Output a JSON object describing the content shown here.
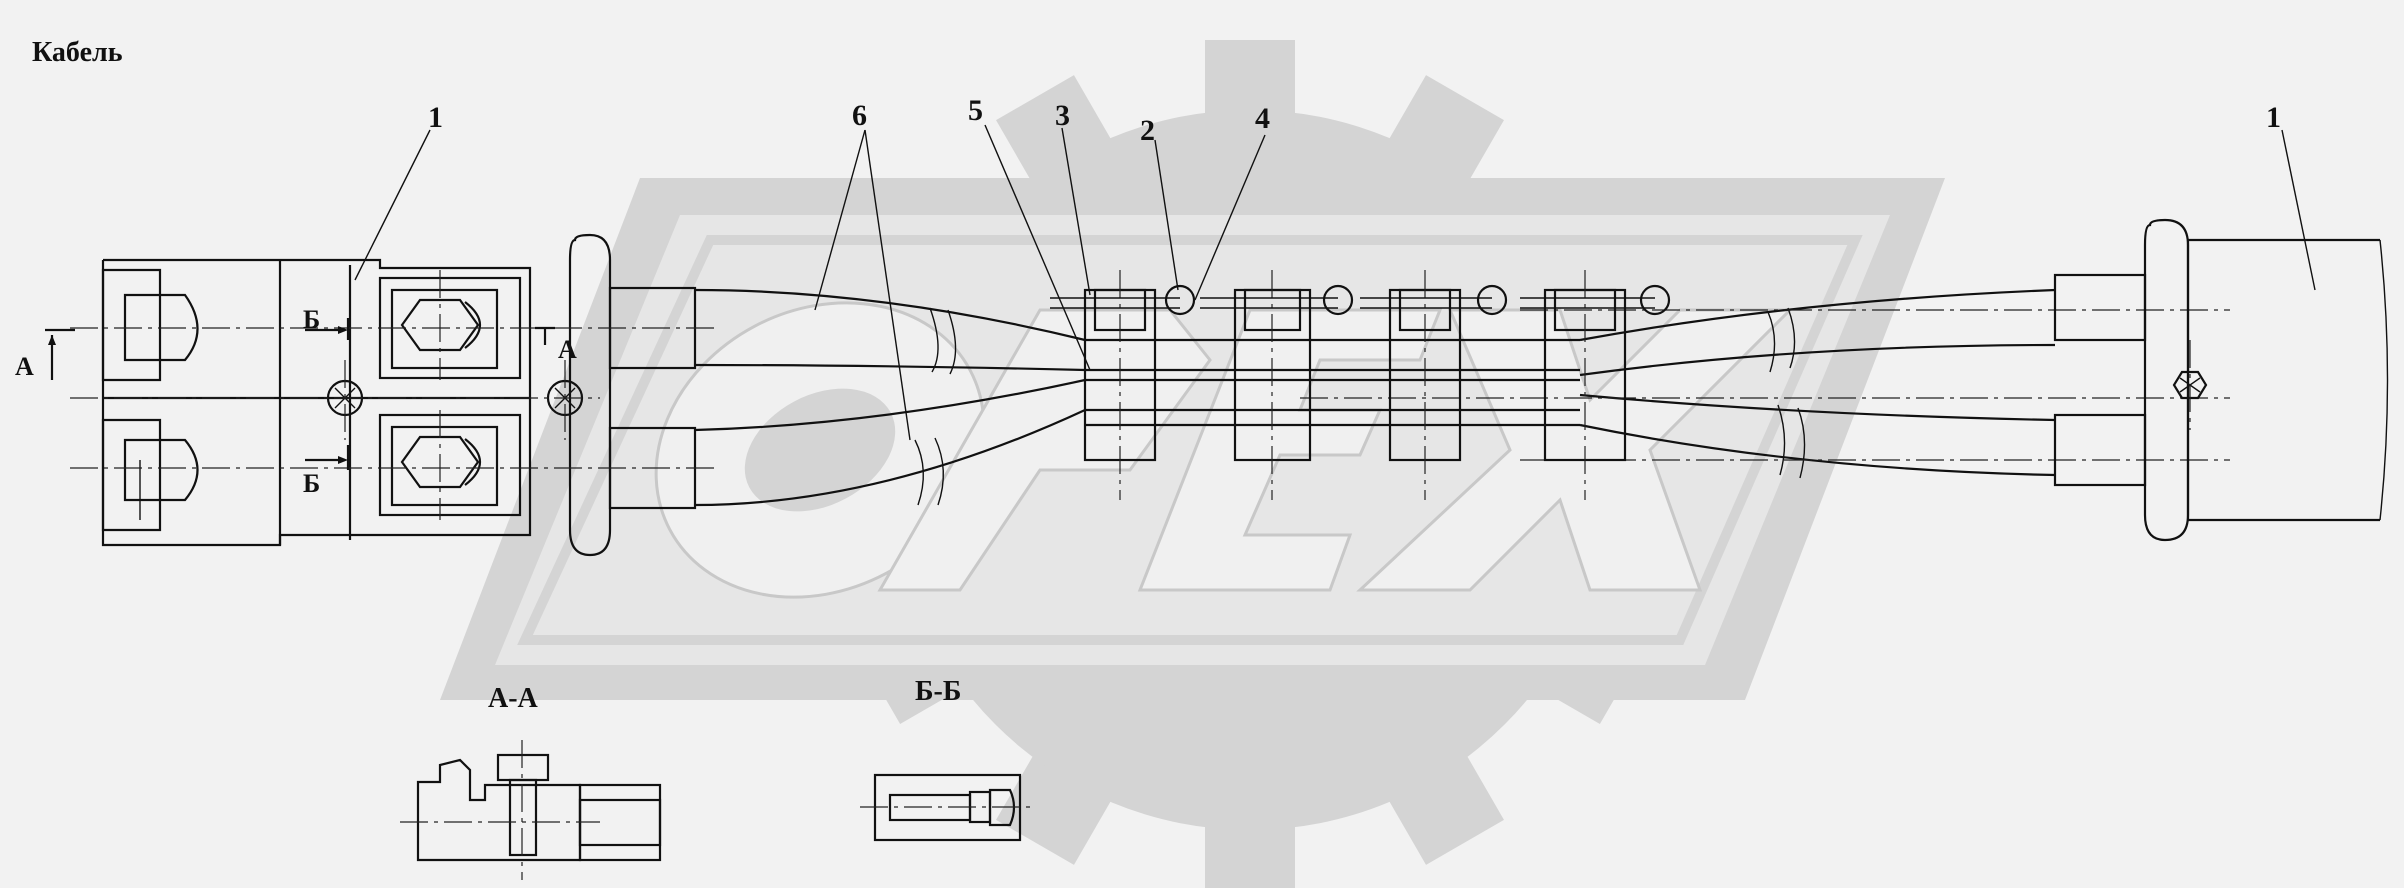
{
  "title": "Кабель",
  "callouts": {
    "c1_left": "1",
    "c1_right": "1",
    "c2": "2",
    "c3": "3",
    "c4": "4",
    "c5": "5",
    "c6": "6"
  },
  "section_marks": {
    "a_left": "А",
    "a_right": "А",
    "b_top": "Б",
    "b_bottom": "Б"
  },
  "section_views": {
    "aa": "А-А",
    "bb": "Б-Б"
  },
  "watermark": "OPEX"
}
